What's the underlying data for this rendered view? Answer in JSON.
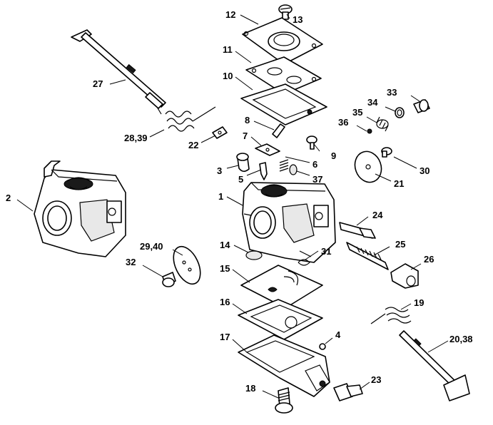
{
  "callouts": {
    "c1": "1",
    "c2": "2",
    "c3": "3",
    "c4": "4",
    "c5": "5",
    "c6": "6",
    "c7": "7",
    "c8": "8",
    "c9": "9",
    "c10": "10",
    "c11": "11",
    "c12": "12",
    "c13": "13",
    "c14": "14",
    "c15": "15",
    "c16": "16",
    "c17": "17",
    "c18": "18",
    "c19": "19",
    "c20_38": "20,38",
    "c21": "21",
    "c22": "22",
    "c23": "23",
    "c24": "24",
    "c25": "25",
    "c26": "26",
    "c27": "27",
    "c28_39": "28,39",
    "c29_40": "29,40",
    "c30": "30",
    "c31": "31",
    "c32": "32",
    "c33": "33",
    "c34": "34",
    "c35": "35",
    "c36": "36",
    "c37": "37"
  }
}
